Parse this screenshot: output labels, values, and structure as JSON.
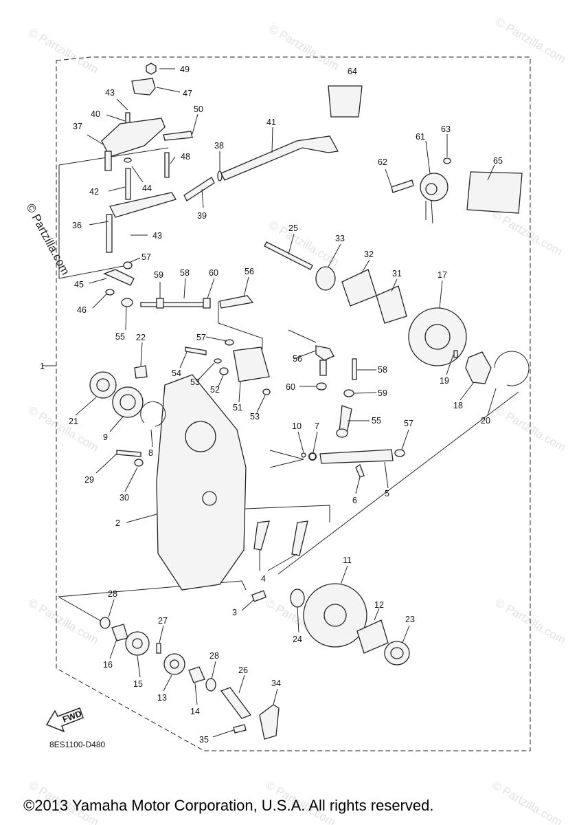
{
  "callouts": [
    "49",
    "64",
    "43",
    "47",
    "40",
    "50",
    "37",
    "41",
    "38",
    "63",
    "61",
    "62",
    "65",
    "48",
    "44",
    "42",
    "39",
    "36",
    "43",
    "25",
    "33",
    "32",
    "31",
    "17",
    "57",
    "45",
    "59",
    "58",
    "60",
    "56",
    "46",
    "55",
    "22",
    "57",
    "54",
    "53",
    "52",
    "51",
    "56",
    "58",
    "60",
    "59",
    "53",
    "19",
    "18",
    "20",
    "1",
    "21",
    "9",
    "8",
    "10",
    "7",
    "55",
    "57",
    "29",
    "30",
    "6",
    "5",
    "2",
    "4",
    "11",
    "3",
    "28",
    "12",
    "23",
    "24",
    "27",
    "16",
    "15",
    "28",
    "26",
    "34",
    "13",
    "14",
    "35"
  ],
  "fwd_label": "FWD",
  "diagram_code": "8ES1100-D480",
  "watermark_text": "© Partzilla.com",
  "watermark_side": "© Partzilla.com",
  "copyright": "©2013 Yamaha Motor Corporation, U.S.A. All rights reserved."
}
